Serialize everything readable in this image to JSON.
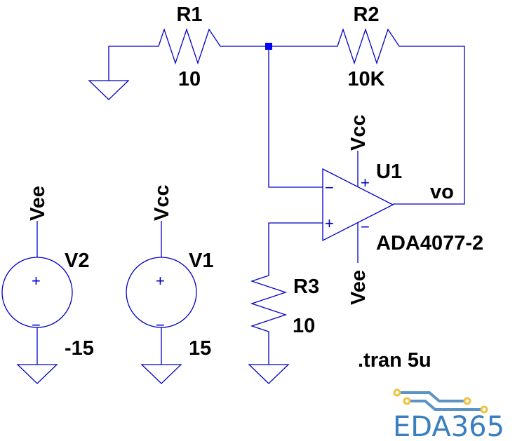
{
  "components": {
    "r1": {
      "ref": "R1",
      "value": "10"
    },
    "r2": {
      "ref": "R2",
      "value": "10K"
    },
    "r3": {
      "ref": "R3",
      "value": "10"
    },
    "u1": {
      "ref": "U1",
      "model": "ADA4077-2"
    },
    "v1": {
      "ref": "V1",
      "value": "15",
      "net": "Vcc"
    },
    "v2": {
      "ref": "V2",
      "value": "-15",
      "net": "Vee"
    }
  },
  "nets": {
    "vcc": "Vcc",
    "vee": "Vee",
    "out": "vo"
  },
  "directive": ".tran 5u",
  "watermark": "EDA365",
  "colors": {
    "wire": "#0000c8",
    "junction": "#0000ff",
    "watermark": "#3a7fc0",
    "watermark_pad": "#f0c040"
  }
}
